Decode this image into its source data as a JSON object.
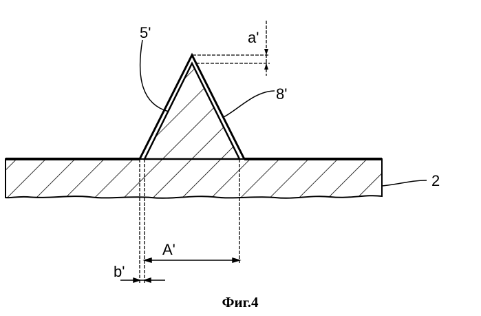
{
  "labels": {
    "tooth": "5'",
    "coating": "8'",
    "base": "2",
    "apex_offset": "a'",
    "base_offset": "b'",
    "width": "A'"
  },
  "caption": "Фиг.4"
}
